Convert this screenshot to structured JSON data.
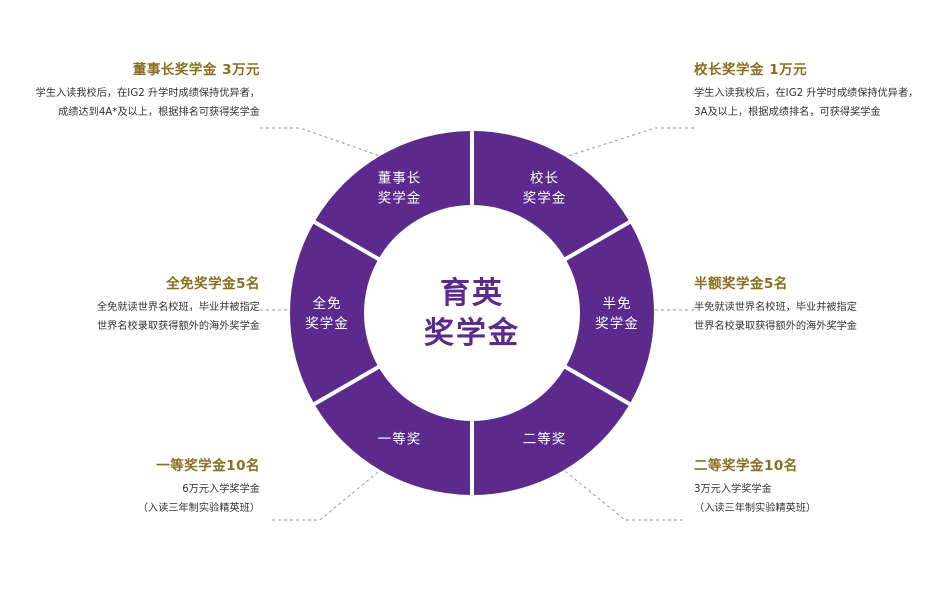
{
  "colors": {
    "accent": "#5b2a8c",
    "title": "#8a6d1e",
    "text": "#333333",
    "leader": "#9a9a9a"
  },
  "center": {
    "line1": "育英",
    "line2": "奖学金"
  },
  "segments": [
    {
      "key": "chairman",
      "lines": [
        "董事长",
        "奖学金"
      ]
    },
    {
      "key": "principal",
      "lines": [
        "校长",
        "奖学金"
      ]
    },
    {
      "key": "half",
      "lines": [
        "半免",
        "奖学金"
      ]
    },
    {
      "key": "second",
      "lines": [
        "二等奖"
      ]
    },
    {
      "key": "first",
      "lines": [
        "一等奖"
      ]
    },
    {
      "key": "full",
      "lines": [
        "全免",
        "奖学金"
      ]
    }
  ],
  "callouts": [
    {
      "key": "chairman",
      "title": "董事长奖学金 3万元",
      "lines": [
        "学生入读我校后，在IG2 升学时成绩保持优异者，",
        "成绩达到4A*及以上，根据排名可获得奖学金"
      ]
    },
    {
      "key": "principal",
      "title": "校长奖学金 1万元",
      "lines": [
        "学生入读我校后，在IG2 升学时成绩保持优异者，",
        "3A及以上，根据成绩排名，可获得奖学金"
      ]
    },
    {
      "key": "full",
      "title": "全免奖学金5名",
      "lines": [
        "全免就读世界名校班，毕业并被指定",
        "世界名校录取获得额外的海外奖学金"
      ]
    },
    {
      "key": "half",
      "title": "半额奖学金5名",
      "lines": [
        "半免就读世界名校班，毕业并被指定",
        "世界名校录取获得额外的海外奖学金"
      ]
    },
    {
      "key": "first",
      "title": "一等奖学金10名",
      "lines": [
        "6万元入学奖学金",
        "（入读三年制实验精英班）"
      ]
    },
    {
      "key": "second",
      "title": "二等奖学金10名",
      "lines": [
        "3万元入学奖学金",
        "（入读三年制实验精英班）"
      ]
    }
  ]
}
